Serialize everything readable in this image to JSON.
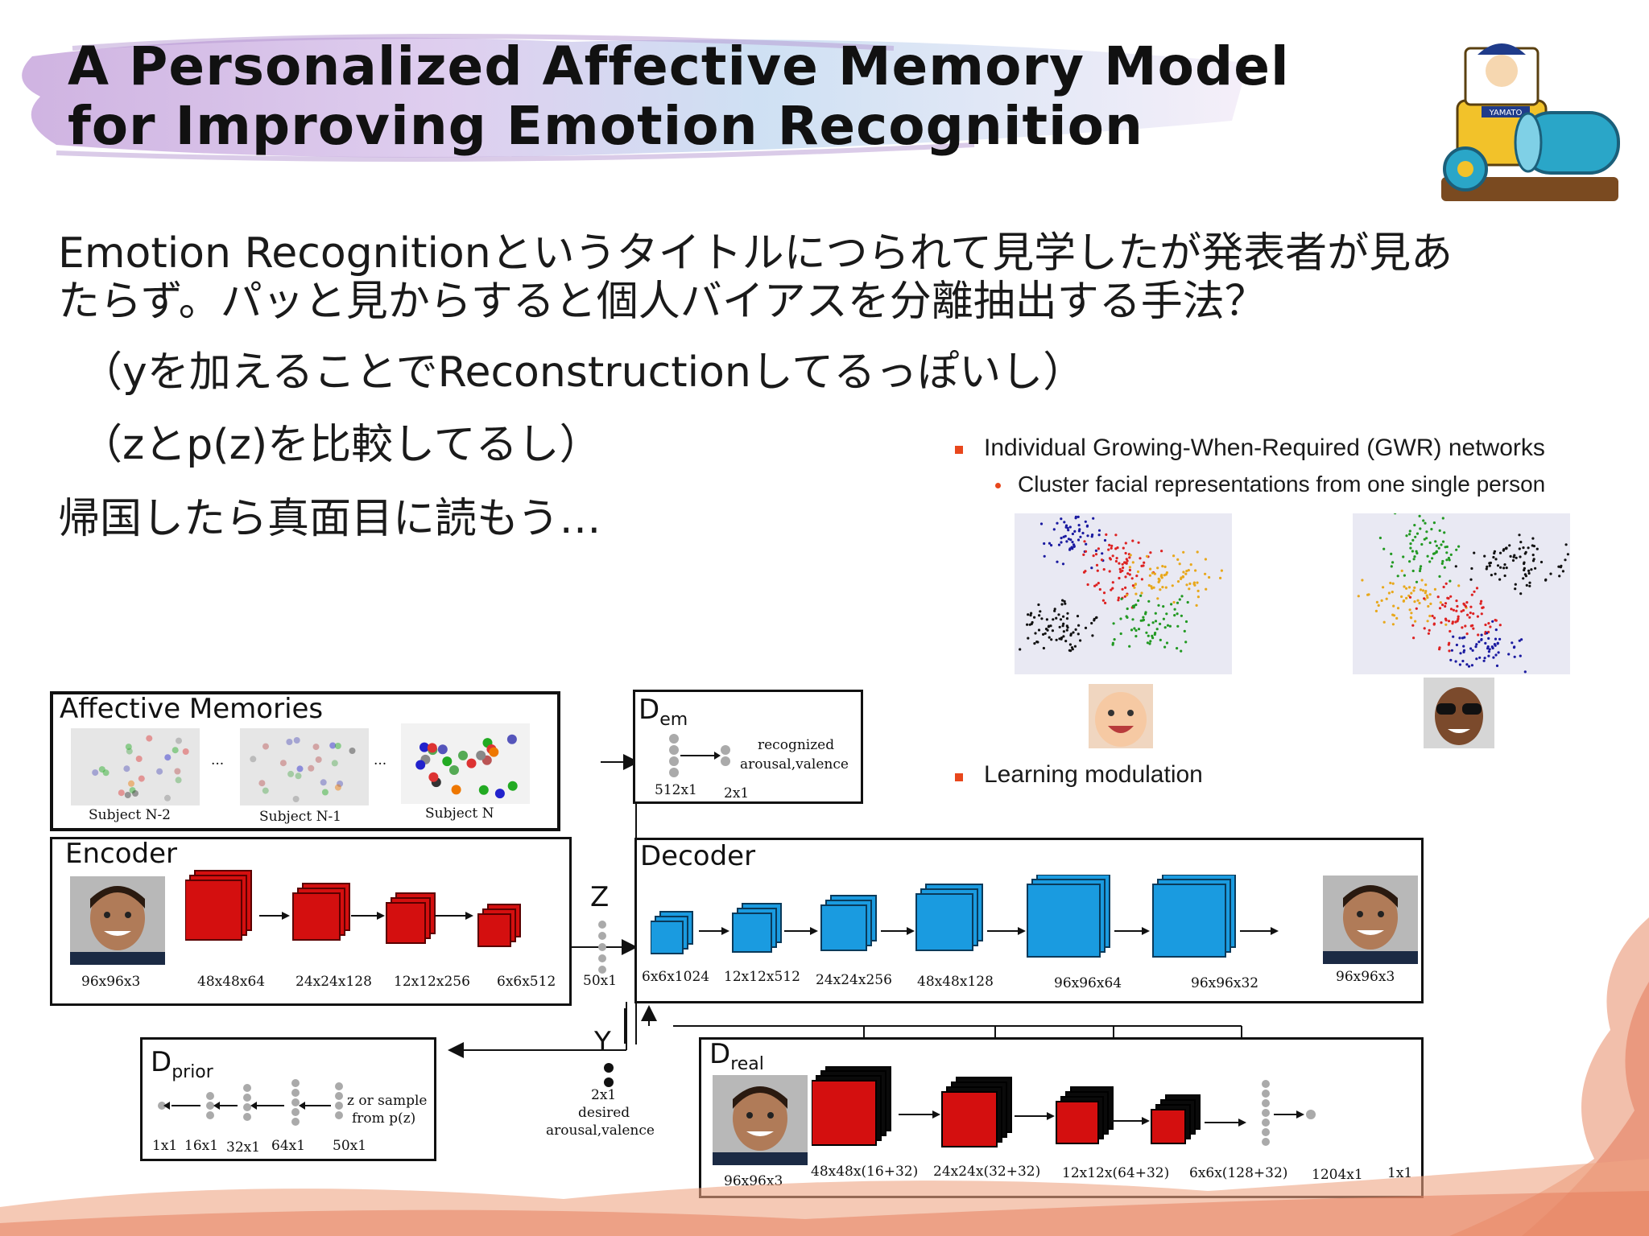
{
  "slide": {
    "title_line1": "A Personalized Affective Memory Model",
    "title_line2": "for Improving Emotion Recognition",
    "mascot_badge": "YAMATO",
    "body": [
      "Emotion Recognitionというタイトルにつられて見学したが発表者が見あ",
      "たらず。パッと見からすると個人バイアスを分離抽出する手法？",
      "（yを加えることでReconstructionしてるっぽいし）",
      "（zとp(z)を比較してるし）",
      "帰国したら真面目に読もう…"
    ]
  },
  "gwr": {
    "bullet1": "Individual Growing-When-Required (GWR) networks",
    "sub_bullet1": "Cluster facial representations from one single person",
    "bullet2": "Learning modulation",
    "cluster_colors": [
      "#1a1aa0",
      "#dd2222",
      "#e8a81c",
      "#229922",
      "#111111"
    ]
  },
  "diagram": {
    "affective_memories": {
      "title": "Affective Memories",
      "subjects": [
        "Subject N-2",
        "Subject N-1",
        "Subject N"
      ],
      "ellipsis": "..."
    },
    "d_em": {
      "title": "D",
      "sub": "em",
      "recognized": "recognized",
      "arousal_valence": "arousal,valence",
      "size_in": "512x1",
      "size_out": "2x1"
    },
    "encoder": {
      "title": "Encoder",
      "sizes": [
        "96x96x3",
        "48x48x64",
        "24x24x128",
        "12x12x256",
        "6x6x512"
      ]
    },
    "z": {
      "label": "Z",
      "size": "50x1"
    },
    "decoder": {
      "title": "Decoder",
      "sizes": [
        "6x6x1024",
        "12x12x512",
        "24x24x256",
        "48x48x128",
        "96x96x64",
        "96x96x32",
        "96x96x3"
      ]
    },
    "y": {
      "label": "Y",
      "size": "2x1",
      "desired": "desired",
      "arousal_valence": "arousal,valence"
    },
    "d_prior": {
      "title": "D",
      "sub": "prior",
      "input_note1": "z or sample",
      "input_note2": "from p(z)",
      "sizes": [
        "1x1",
        "16x1",
        "32x1",
        "64x1",
        "50x1"
      ]
    },
    "d_real": {
      "title": "D",
      "sub": "real",
      "sizes": [
        "96x96x3",
        "48x48x(16+32)",
        "24x24x(32+32)",
        "12x12x(64+32)",
        "6x6x(128+32)",
        "1204x1",
        "1x1"
      ],
      "bold_part": "32"
    },
    "colors": {
      "encoder_red": "#d40f0f",
      "decoder_blue": "#1a9be0",
      "black": "#0a0a0a"
    }
  }
}
